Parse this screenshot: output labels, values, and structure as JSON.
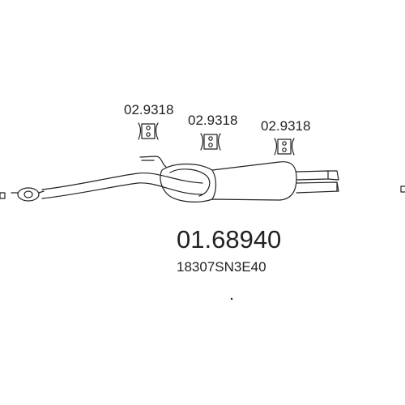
{
  "hangers": [
    {
      "label": "02.9318"
    },
    {
      "label": "02.9318"
    },
    {
      "label": "02.9318"
    }
  ],
  "part_number": "01.68940",
  "oem_number": "18307SN3E40",
  "colors": {
    "line": "#222222",
    "background": "#ffffff"
  }
}
